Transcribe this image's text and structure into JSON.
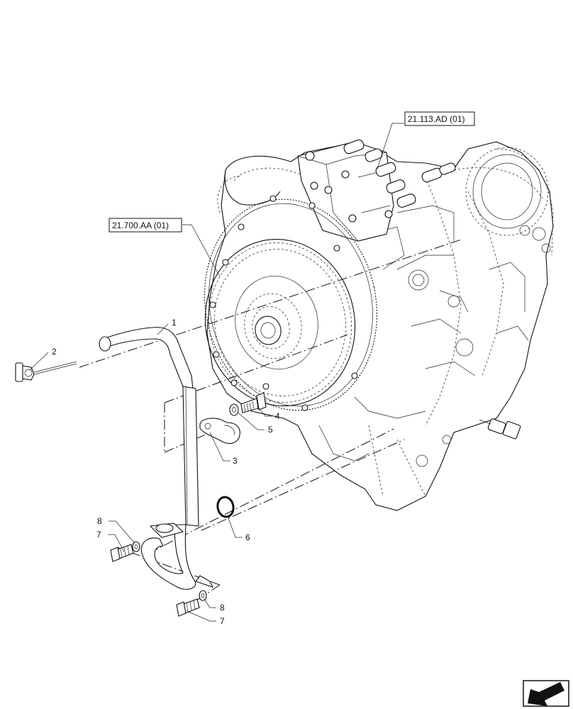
{
  "references": {
    "valve_block_ref": "21.113.AD (01)",
    "converter_ref": "21.700.AA (01)"
  },
  "callouts": {
    "c1": "1",
    "c2": "2",
    "c3": "3",
    "c4": "4",
    "c5": "5",
    "c6": "6",
    "c7a": "7",
    "c7b": "7",
    "c8a": "8",
    "c8b": "8"
  },
  "icons": {
    "nav": "arrow-back-icon"
  }
}
